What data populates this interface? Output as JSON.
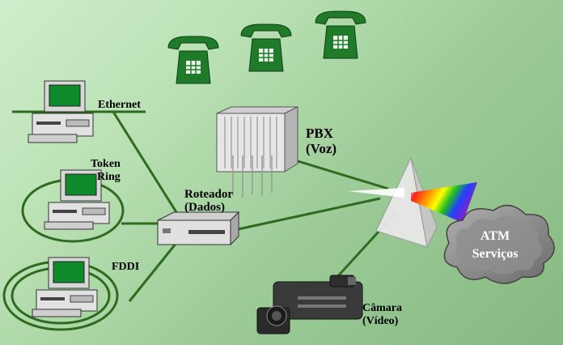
{
  "labels": {
    "ethernet": "Ethernet",
    "token_ring_1": "Token",
    "token_ring_2": "Ring",
    "fddi": "FDDI",
    "router_1": "Roteador",
    "router_2": "(Dados)",
    "pbx_1": "PBX",
    "pbx_2": "(Voz)",
    "camera_1": "Câmara",
    "camera_2": "(Vídeo)",
    "atm_1": "ATM",
    "atm_2": "Serviços"
  },
  "colors": {
    "line": "#2e6b1f",
    "phone": "#1f7a2a",
    "screen": "#0f8a2a",
    "cloud": "#8a8a8a"
  }
}
